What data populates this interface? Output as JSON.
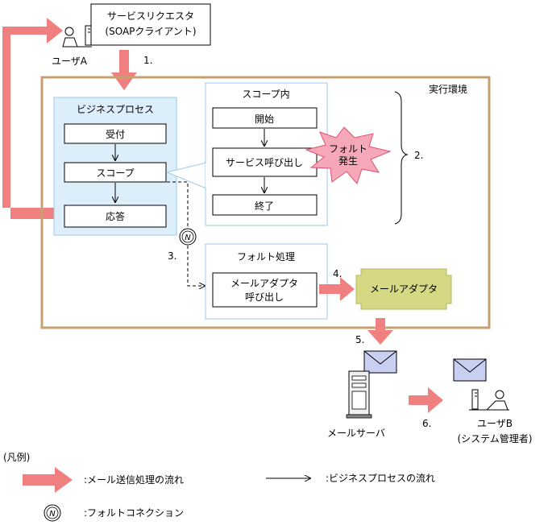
{
  "requester": {
    "line1": "サービスリクエスタ",
    "line2": "(SOAPクライアント)"
  },
  "user_a": "ユーザA",
  "runtime_label": "実行環境",
  "business_process": {
    "title": "ビジネスプロセス",
    "steps": [
      "受付",
      "スコープ",
      "応答"
    ]
  },
  "scope": {
    "title": "スコープ内",
    "steps": [
      "開始",
      "サービス呼び出し",
      "終了"
    ]
  },
  "fault": {
    "line1": "フォルト",
    "line2": "発生"
  },
  "fault_handling": {
    "title": "フォルト処理",
    "step_line1": "メールアダプタ",
    "step_line2": "呼び出し"
  },
  "mail_adapter": "メールアダプタ",
  "mail_server": "メールサーバ",
  "user_b": {
    "line1": "ユーザB",
    "line2": "(システム管理者)"
  },
  "step_numbers": [
    "1.",
    "2.",
    "3.",
    "4.",
    "5.",
    "6."
  ],
  "connector_symbol": "N",
  "legend": {
    "title": "(凡例)",
    "mail_flow": ":メール送信処理の流れ",
    "bp_flow": ":ビジネスプロセスの流れ",
    "fault_connection": ":フォルトコネクション"
  },
  "colors": {
    "mail_flow_arrow": "#f08080",
    "runtime_border": "#c8a070",
    "business_process_fill": "#dceefa",
    "panel_border": "#9ccae8",
    "fault_burst": "#f7a8b8",
    "mail_adapter_fill": "#d6d883",
    "envelope_fill": "#c8cff0"
  }
}
